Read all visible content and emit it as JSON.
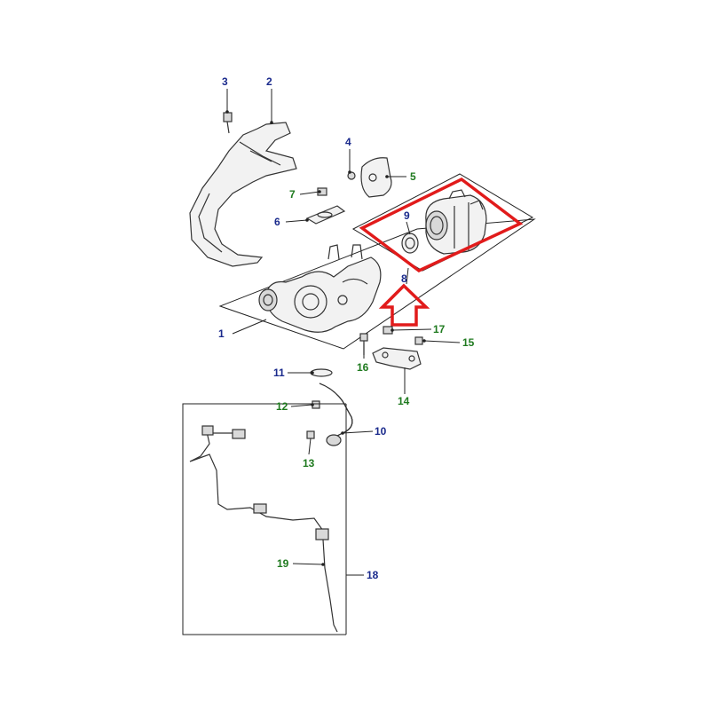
{
  "callouts": [
    {
      "id": "1",
      "text": "1",
      "color": "blue"
    },
    {
      "id": "2",
      "text": "2",
      "color": "blue"
    },
    {
      "id": "3",
      "text": "3",
      "color": "blue"
    },
    {
      "id": "4",
      "text": "4",
      "color": "blue"
    },
    {
      "id": "5",
      "text": "5",
      "color": "green"
    },
    {
      "id": "6",
      "text": "6",
      "color": "blue"
    },
    {
      "id": "7",
      "text": "7",
      "color": "green"
    },
    {
      "id": "8",
      "text": "8",
      "color": "blue"
    },
    {
      "id": "9",
      "text": "9",
      "color": "blue"
    },
    {
      "id": "10",
      "text": "10",
      "color": "blue"
    },
    {
      "id": "11",
      "text": "11",
      "color": "blue"
    },
    {
      "id": "12",
      "text": "12",
      "color": "green"
    },
    {
      "id": "13",
      "text": "13",
      "color": "green"
    },
    {
      "id": "14",
      "text": "14",
      "color": "green"
    },
    {
      "id": "15",
      "text": "15",
      "color": "green"
    },
    {
      "id": "16",
      "text": "16",
      "color": "green"
    },
    {
      "id": "17",
      "text": "17",
      "color": "green"
    },
    {
      "id": "18",
      "text": "18",
      "color": "blue"
    },
    {
      "id": "19",
      "text": "19",
      "color": "green"
    }
  ],
  "colors": {
    "label_blue": "#1a2a8c",
    "label_green": "#1f7a1f",
    "highlight_red": "#e11b1b",
    "line": "#222222"
  },
  "highlight": {
    "target_part": "8",
    "arrow": "up-arrow-outline"
  }
}
